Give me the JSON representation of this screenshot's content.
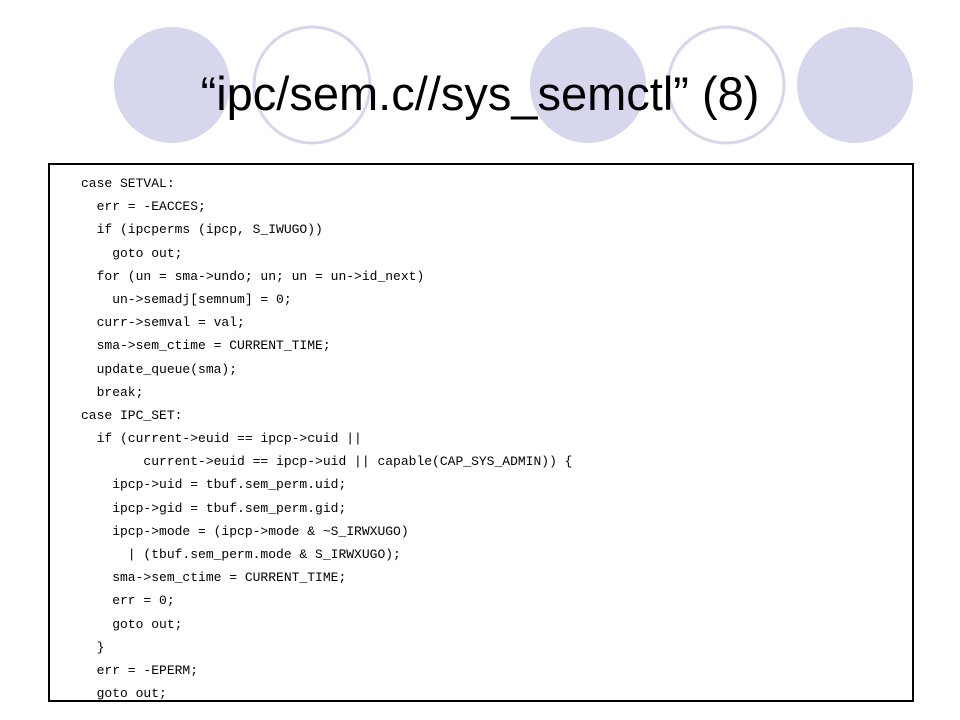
{
  "slide": {
    "title": "“ipc/sem.c//sys_semctl” (8)",
    "accent_color": "#d6d6ec",
    "ring_color": "#ffffff"
  },
  "code_lines": [
    "case SETVAL:",
    "  err = -EACCES;",
    "  if (ipcperms (ipcp, S_IWUGO))",
    "    goto out;",
    "  for (un = sma->undo; un; un = un->id_next)",
    "    un->semadj[semnum] = 0;",
    "  curr->semval = val;",
    "  sma->sem_ctime = CURRENT_TIME;",
    "  update_queue(sma);",
    "  break;",
    "case IPC_SET:",
    "  if (current->euid == ipcp->cuid ||",
    "        current->euid == ipcp->uid || capable(CAP_SYS_ADMIN)) {",
    "    ipcp->uid = tbuf.sem_perm.uid;",
    "    ipcp->gid = tbuf.sem_perm.gid;",
    "    ipcp->mode = (ipcp->mode & ~S_IRWXUGO)",
    "      | (tbuf.sem_perm.mode & S_IRWXUGO);",
    "    sma->sem_ctime = CURRENT_TIME;",
    "    err = 0;",
    "    goto out;",
    "  }",
    "  err = -EPERM;",
    "  goto out;"
  ]
}
